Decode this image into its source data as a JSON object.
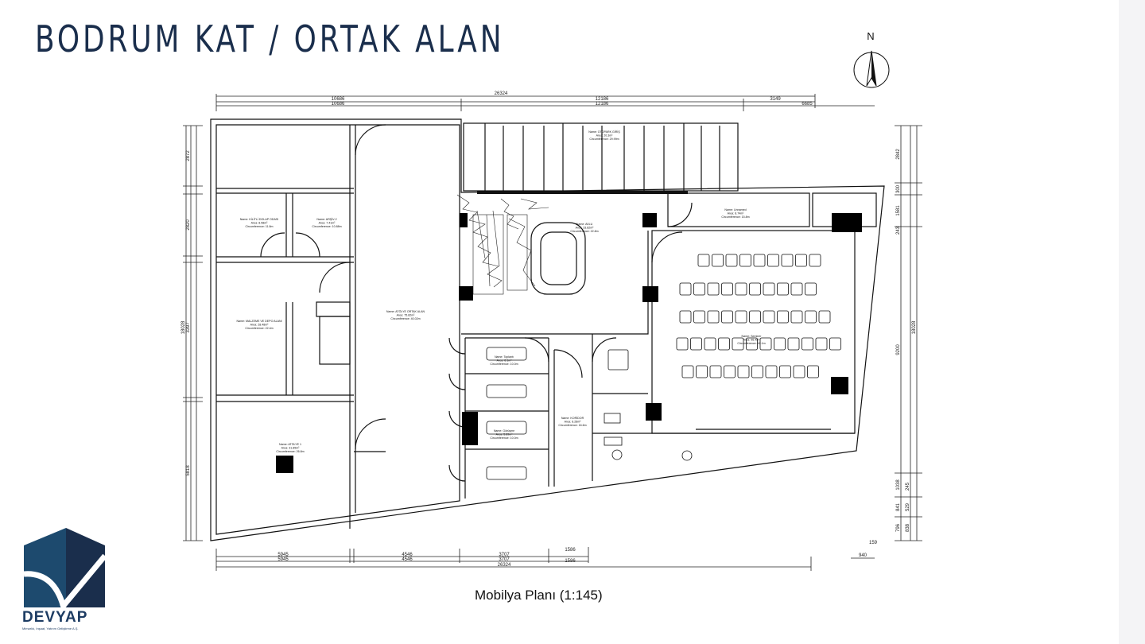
{
  "slide": {
    "title": "BODRUM KAT / ORTAK ALAN",
    "caption": "Mobilya Planı (1:145)",
    "north_label": "N",
    "brand": {
      "name": "DEVYAP",
      "tagline": "Mimarlık, İnşaat, Yatırım Geliştirme A.Ş.",
      "primary_color": "#1d4a6e",
      "dark_color": "#1a2e4c"
    }
  },
  "plan": {
    "dimensions_top": {
      "total": "26324",
      "row1": [
        "10686",
        "12186",
        "3149"
      ],
      "row2": [
        "10686",
        "12186",
        "6685"
      ]
    },
    "dimensions_bottom": {
      "row1": [
        "5945",
        "4546",
        "3707",
        "1586"
      ],
      "row2": [
        "5945",
        "4546",
        "3707",
        "1586"
      ],
      "total": "26324",
      "right": "940",
      "right_small": "159"
    },
    "dimensions_left": {
      "total": "18028",
      "segments": [
        "2872",
        "2820",
        "3397",
        "5818"
      ]
    },
    "dimensions_right": {
      "total": "18028",
      "segments": [
        "2842",
        "300",
        "1581",
        "243",
        "9200",
        "1038",
        "841",
        "529",
        "796",
        "838",
        "245"
      ]
    },
    "rooms": [
      {
        "name": "Name: KİLİTLİ DOLAP ODASI",
        "area": "Area: 8.58m²",
        "circ": "Circumference: 11.8m"
      },
      {
        "name": "Name: ARŞİV-2",
        "area": "Area: 7.41m²",
        "circ": "Circumference: 10.88m"
      },
      {
        "name": "Name: MALZEME VE DEPO ALANI",
        "area": "Area: 28.48m²",
        "circ": "Circumference: 22.4m"
      },
      {
        "name": "Name: ATÖLYE ORTAK ALAN",
        "area": "Area: 75.82m²",
        "circ": "Circumference: 40.02m"
      },
      {
        "name": "Name: OTOPARK GİRİŞ",
        "area": "Area: 20.3m²",
        "circ": "Circumference: 29.99m"
      },
      {
        "name": "Name: Unnamed",
        "area": "Area: 8.74m²",
        "circ": "Circumference: 15.8m"
      },
      {
        "name": "Name: AVLU",
        "area": "Area: 33.82m²",
        "circ": "Circumference: 22.8m"
      },
      {
        "name": "Name: Seminer",
        "area": "Area: 96.4m²",
        "circ": "Circumference: 42.1m"
      },
      {
        "name": "Name: KORİDOR",
        "area": "Area: 8.28m²",
        "circ": "Circumference: 16.6m"
      },
      {
        "name": "Name: ATÖLYE 1",
        "area": "Area: 31.85m²",
        "circ": "Circumference: 26.8m"
      },
      {
        "name": "Name: Toplantı",
        "area": "Area: 6.1m²",
        "circ": "Circumference: 10.0m"
      },
      {
        "name": "Name: Görüşme",
        "area": "Area: 5.89m²",
        "circ": "Circumference: 10.0m"
      }
    ]
  }
}
